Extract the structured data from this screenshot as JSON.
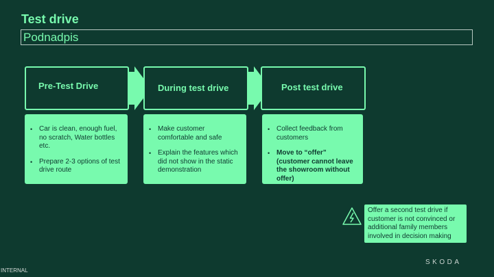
{
  "header": {
    "title": "Test drive",
    "subtitle": "Podnadpis"
  },
  "steps": [
    {
      "label": "Pre-Test Drive",
      "bullets": [
        {
          "text": "Car is clean, enough fuel, no scratch, Water bottles etc.",
          "bold": false
        },
        {
          "text": "Prepare 2-3 options of test drive route",
          "bold": false
        }
      ]
    },
    {
      "label": "During test drive",
      "bullets": [
        {
          "text": "Make customer comfortable and safe",
          "bold": false
        },
        {
          "text": "Explain the features which did not show in the static demonstration",
          "bold": false
        }
      ]
    },
    {
      "label": "Post test drive",
      "bullets": [
        {
          "text": "Collect feedback from customers",
          "bold": false
        },
        {
          "text": "Move to “offer” (customer cannot leave the showroom without offer)",
          "bold": true
        }
      ]
    }
  ],
  "tip": {
    "icon": "warning-icon",
    "text": "Offer a second test drive if customer is not convinced or additional family members involved in decision making"
  },
  "brand": {
    "logo_text": "SKODA"
  },
  "footer": {
    "classification": "INTERNAL"
  },
  "colors": {
    "background": "#0e3a2f",
    "accent": "#78faae"
  }
}
